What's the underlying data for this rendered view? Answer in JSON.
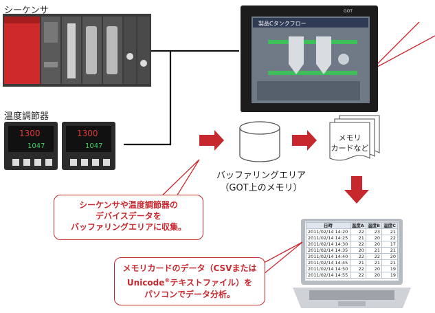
{
  "labels": {
    "sequencer": "シーケンサ",
    "temp_controller": "温度調節器",
    "buffer_area": "バッファリングエリア",
    "buffer_area_sub": "（GOT上のメモリ）",
    "memory_card_line1": "メモリ",
    "memory_card_line2": "カードなど"
  },
  "callouts": {
    "collect": [
      "シーケンサや温度調節器の",
      "デバイスデータを",
      "バッファリングエリアに収集。"
    ],
    "analyze_line1": "メモリカードのデータ（CSVまたは",
    "analyze_line2_a": "Unicode",
    "analyze_line2_reg": "®",
    "analyze_line2_b": "テキストファイル）を",
    "analyze_line3": "パソコンでデータ分析。"
  },
  "got_screen": {
    "title": "製品Cタンクフロー",
    "brand": "GOT"
  },
  "controller_display": {
    "pv": "1300",
    "sv": "1047"
  },
  "spreadsheet": {
    "columns": [
      "日時",
      "温度A",
      "温度B",
      "温度C"
    ],
    "rows": [
      [
        "2011/02/14 14:20",
        "22",
        "23",
        "21"
      ],
      [
        "2011/02/14 14:25",
        "21",
        "20",
        "22"
      ],
      [
        "2011/02/14 14:30",
        "22",
        "20",
        "17"
      ],
      [
        "2011/02/14 14:35",
        "20",
        "21",
        "21"
      ],
      [
        "2011/02/14 14:40",
        "22",
        "22",
        "20"
      ],
      [
        "2011/02/14 14:45",
        "21",
        "21",
        "21"
      ],
      [
        "2011/02/14 14:50",
        "22",
        "20",
        "19"
      ],
      [
        "2011/02/14 14:55",
        "22",
        "20",
        "19"
      ]
    ]
  },
  "colors": {
    "accent": "#c7282e",
    "arrow": "#c7282e",
    "line": "#111111"
  }
}
